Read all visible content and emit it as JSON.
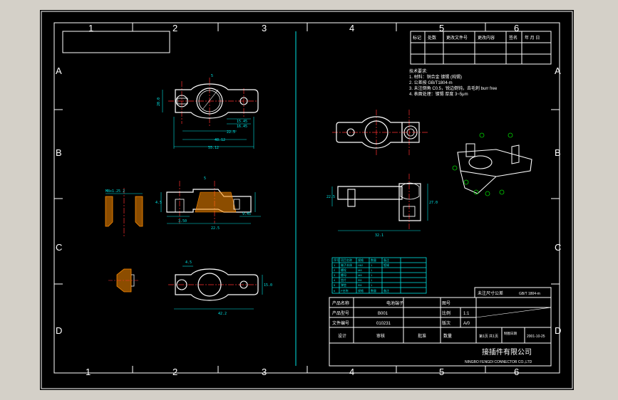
{
  "colors": {
    "background": "#000000",
    "border": "#ffffff",
    "geometry": "#ffffff",
    "dimension": "#00e5e5",
    "centerline": "#ff3030",
    "hatch": "#ff8c00",
    "balloon": "#00d000",
    "window_chrome": "#d4d0c8"
  },
  "grid": {
    "columns": [
      "1",
      "2",
      "3",
      "4",
      "5",
      "6"
    ],
    "rows": [
      "A",
      "B",
      "C",
      "D"
    ]
  },
  "revision_table": {
    "headers": [
      "标记",
      "处数",
      "更改文件号",
      "更改内容",
      "签名",
      "年 月 日"
    ]
  },
  "notes": {
    "lines": [
      "技术要求:",
      "1. 材料：铜合金 镀锡 (纯锡)",
      "2. 公差按 GB/T1804-m",
      "3. 未注倒角 C0.5，锐边倒钝，去毛刺 burr free",
      "4. 表面处理：镀锡 厚度 3~5μm"
    ]
  },
  "dimensions": {
    "top_view": [
      "20.0",
      "5",
      "15.45",
      "16.45",
      "22.5",
      "48.12",
      "55.12"
    ],
    "front_view": [
      "5",
      "4.5",
      "9.45",
      "3.50",
      "22.5"
    ],
    "side_view": [
      "M8x1.25 2"
    ],
    "bottom_view": [
      "4.5",
      "15.0",
      "42.2"
    ],
    "iso_view": [
      "22.5",
      "27.0",
      "32.1"
    ]
  },
  "material_table": {
    "rows": [
      [
        "序号",
        "项目名称",
        "规格",
        "数量",
        "备注"
      ],
      [
        "1",
        "端子本体",
        "H62",
        "1",
        "镀锡"
      ],
      [
        "2",
        "螺栓",
        "M8",
        "1",
        ""
      ],
      [
        "3",
        "螺母",
        "M8",
        "1",
        ""
      ],
      [
        "4",
        "垫片",
        "Φ8",
        "1",
        ""
      ],
      [
        "5",
        "弹垫",
        "Φ8",
        "1",
        ""
      ],
      [
        "6",
        "P名称",
        "规格",
        "数量",
        "备注"
      ]
    ]
  },
  "title_block": {
    "tolerance_label": "未注尺寸公差",
    "tolerance_value": "GB/T 1804-m",
    "drawing_no_label": "图号",
    "product_name_label": "产品名称",
    "product_name": "电池端子",
    "product_code_label": "产品型号",
    "product_code": "B001",
    "doc_no_label": "文件编号",
    "doc_no": "010231",
    "scale_label": "比例",
    "scale": "1:1",
    "version_label": "版次",
    "version": "A/0",
    "design_label": "设计",
    "check_label": "审核",
    "approve_label": "批准",
    "qty_label": "数量",
    "drawn_label": "制图日期",
    "sheet_label": "第1页 共1页",
    "date": "2001-10-25",
    "company_cn": "接插件有限公司",
    "company_en": "NINGBO FENGDI CONNECTOR CO.,LTD"
  }
}
